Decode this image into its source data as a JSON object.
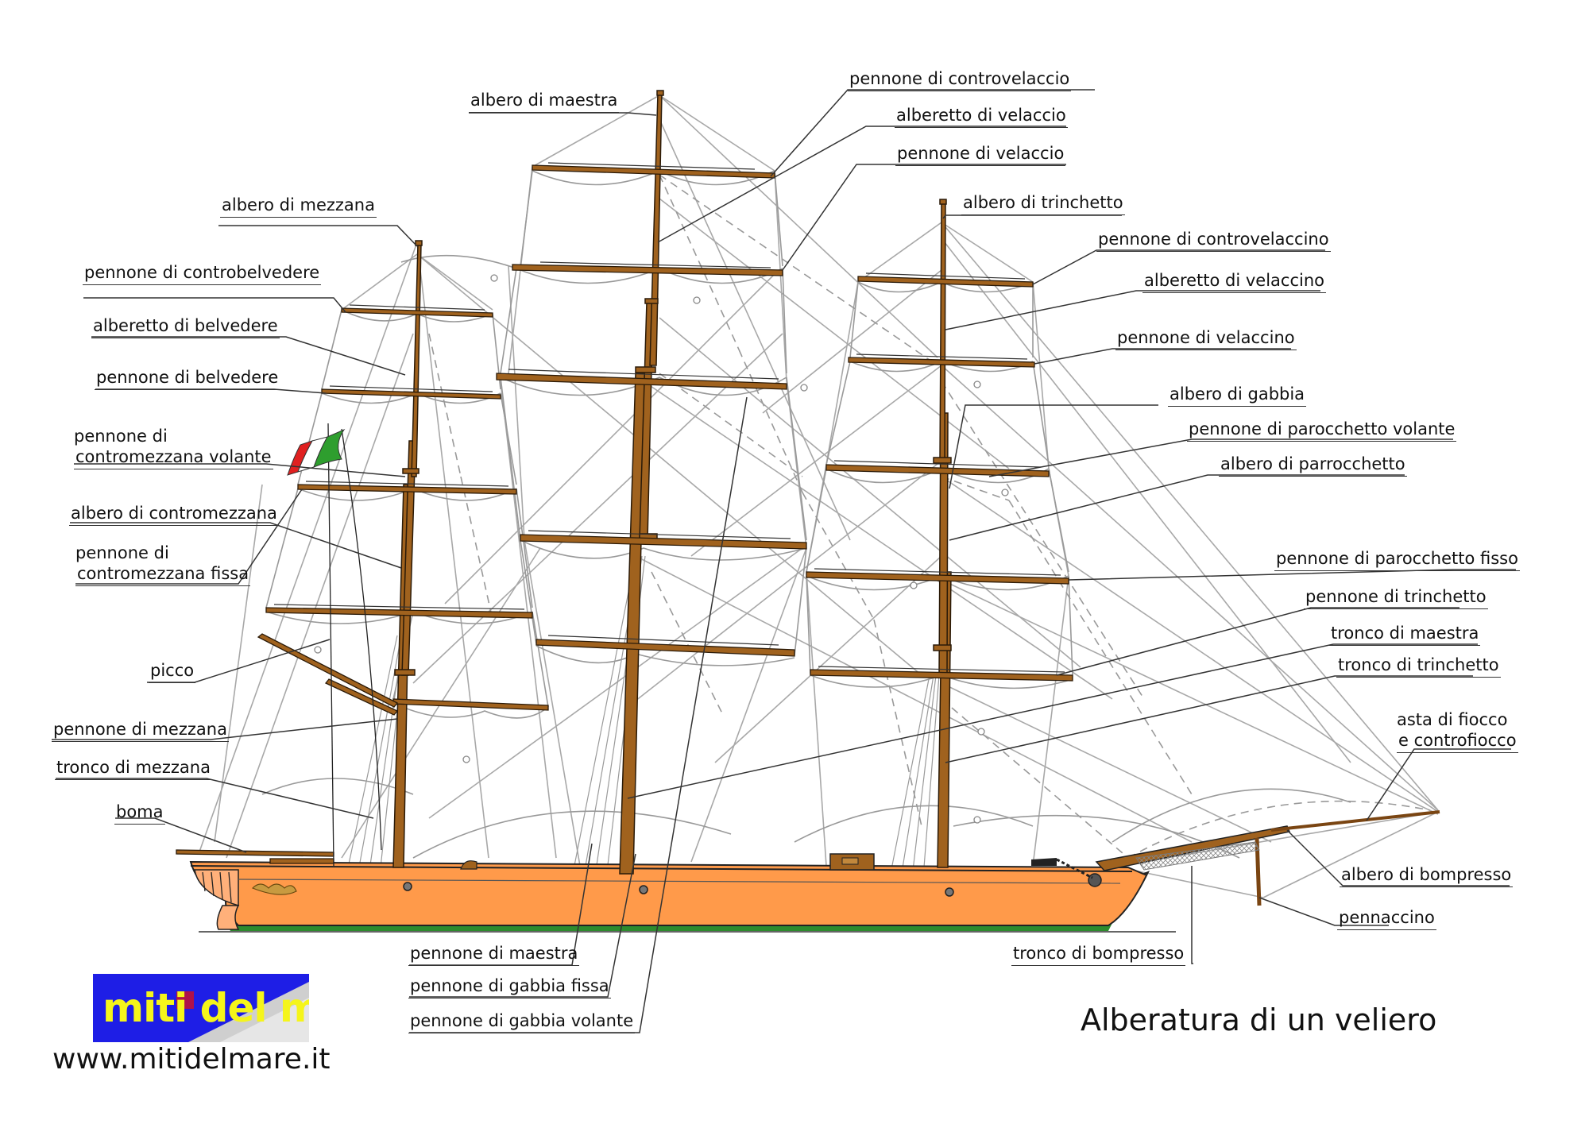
{
  "title": "Alberatura di un veliero",
  "logo": {
    "text": "miti del mare",
    "url": "www.mitidelmare.it"
  },
  "colors": {
    "hull": "#ff9a4a",
    "mast": "#a0621e",
    "rigging": "#9a9a9a",
    "waterline": "#2e8b2e",
    "logo_bg": "#1e1ee6",
    "logo_text": "#f5f51a"
  },
  "flag": {
    "colors": [
      "#2e9e2e",
      "#ffffff",
      "#e02020"
    ]
  },
  "labels": {
    "albero_di_maestra": "albero di maestra",
    "pennone_di_controvelaccio": "pennone di controvelaccio",
    "alberetto_di_velaccio": "alberetto di velaccio",
    "pennone_di_velaccio": "pennone di velaccio",
    "albero_di_trinchetto": "albero di trinchetto",
    "pennone_di_controvelaccino": "pennone di controvelaccino",
    "alberetto_di_velaccino": "alberetto di velaccino",
    "pennone_di_velaccino": "pennone di velaccino",
    "albero_di_gabbia": "albero di gabbia",
    "pennone_di_parocchetto_volante": "pennone di parocchetto volante",
    "albero_di_parrocchetto": "albero di parrocchetto",
    "pennone_di_parocchetto_fisso": "pennone di parocchetto fisso",
    "pennone_di_trinchetto": "pennone di trinchetto",
    "tronco_di_maestra": "tronco di maestra",
    "tronco_di_trinchetto": "tronco di trinchetto",
    "asta_line1": "asta di fiocco",
    "asta_line2": "e controfiocco",
    "albero_di_bompresso": "albero di bompresso",
    "pennaccino": "pennaccino",
    "tronco_di_bompresso": "tronco di bompresso",
    "albero_di_mezzana": "albero di mezzana",
    "pennone_di_controbelvedere": "pennone di controbelvedere",
    "alberetto_di_belvedere": "alberetto di belvedere",
    "pennone_di_belvedere": "pennone di belvedere",
    "pdcv_line1": "pennone di",
    "pdcv_line2": "contromezzana volante",
    "albero_di_contromezzana": "albero di contromezzana",
    "pdcf_line1": "pennone di",
    "pdcf_line2": "contromezzana fissa",
    "picco": "picco",
    "pennone_di_mezzana": "pennone di mezzana",
    "tronco_di_mezzana": "tronco di mezzana",
    "boma": "boma",
    "pennone_di_maestra": "pennone di maestra",
    "pennone_di_gabbia_fissa": "pennone di gabbia fissa",
    "pennone_di_gabbia_volante": "pennone di gabbia volante"
  }
}
